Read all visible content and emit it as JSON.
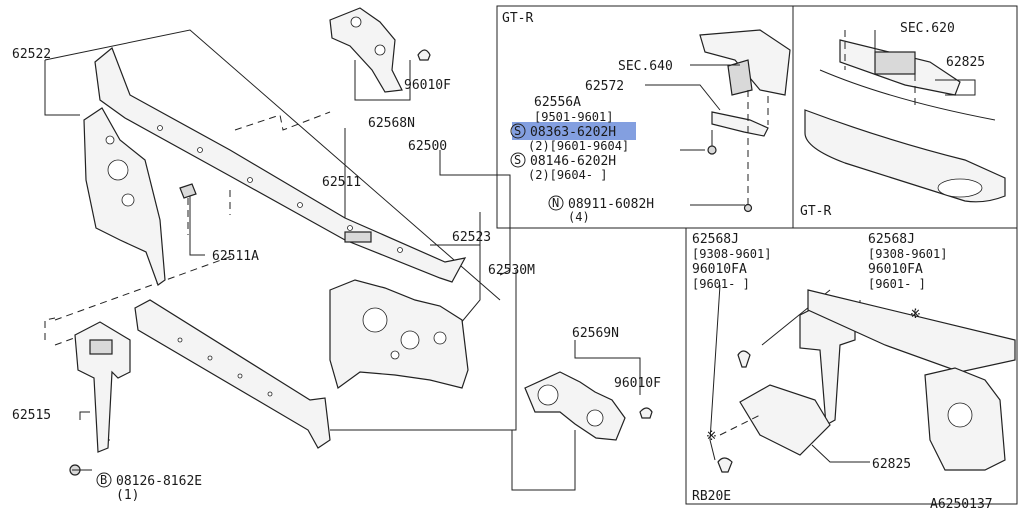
{
  "labels": {
    "p62522": "62522",
    "p96010F_top": "96010F",
    "p62568N": "62568N",
    "p62500": "62500",
    "p62511": "62511",
    "p62511A": "62511A",
    "p62523": "62523",
    "p62530M": "62530M",
    "p62515": "62515",
    "b_code": "08126-8162E",
    "b_qty": "(1)",
    "b_marker": "B",
    "p62569N": "62569N",
    "p96010F_mid": "96010F"
  },
  "gtr_left": {
    "title": "GT-R",
    "sec640": "SEC.640",
    "p62572": "62572",
    "p62556A": "62556A",
    "range1": "[9501-9601]",
    "s_marker": "S",
    "s_code1": "08363-6202H",
    "s_qty1": "(2)[9601-9604]",
    "s_code2": "08146-6202H",
    "s_qty2": "(2)[9604-    ]",
    "n_marker": "N",
    "n_code": "08911-6082H",
    "n_qty": "(4)"
  },
  "gtr_right": {
    "sec620": "SEC.620",
    "p62825": "62825",
    "title": "GT-R"
  },
  "rb20e": {
    "left_part": "62568J",
    "left_range1": "[9308-9601]",
    "left_part2": "96010FA",
    "left_range2": "[9601-    ]",
    "right_part": "62568J",
    "right_range1": "[9308-9601]",
    "right_part2": "96010FA",
    "right_range2": "[9601-    ]",
    "note_mark": "※",
    "p62825": "62825",
    "title": "RB20E"
  },
  "diagram_code": "A6250137"
}
